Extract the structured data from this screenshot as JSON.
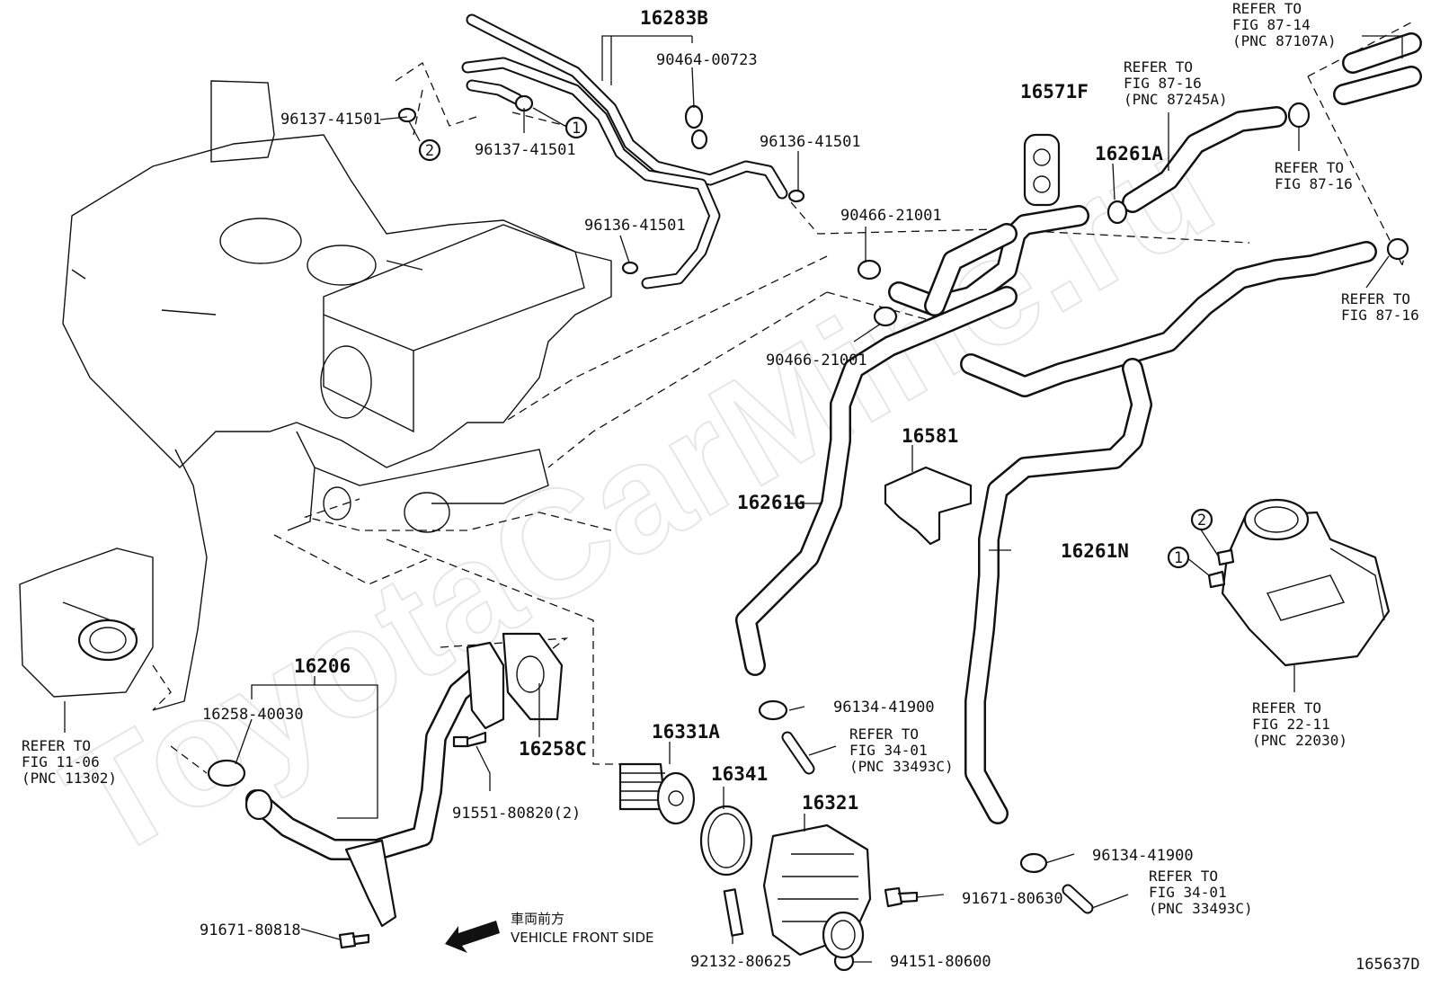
{
  "watermark": "ToyotaCarMine.ru",
  "diagram_code": "165637D",
  "front_side": {
    "jp": "車両前方",
    "en": "VEHICLE FRONT SIDE"
  },
  "circle_labels": [
    "1",
    "2"
  ],
  "labels": {
    "p16283B": "16283B",
    "p90464_00723": "90464-00723",
    "p96137_41501_a": "96137-41501",
    "p96137_41501_b": "96137-41501",
    "p96136_41501_a": "96136-41501",
    "p96136_41501_b": "96136-41501",
    "p16571F": "16571F",
    "p16261A": "16261A",
    "p90466_21001_a": "90466-21001",
    "p90466_21001_b": "90466-21001",
    "p16581": "16581",
    "p16261G": "16261G",
    "p16261N": "16261N",
    "p16206": "16206",
    "p16258_40030": "16258-40030",
    "p16258C": "16258C",
    "p91551_80820": "91551-80820(2)",
    "p16331A": "16331A",
    "p16341": "16341",
    "p16321": "16321",
    "p96134_41900_a": "96134-41900",
    "p96134_41900_b": "96134-41900",
    "p91671_80630": "91671-80630",
    "p94151_80600": "94151-80600",
    "p92132_80625": "92132-80625",
    "p91671_80818": "91671-80818"
  },
  "refs": {
    "r87_14": [
      "REFER TO",
      "FIG 87-14",
      "(PNC 87107A)"
    ],
    "r87_16_a": [
      "REFER TO",
      "FIG 87-16",
      "(PNC 87245A)"
    ],
    "r87_16_b": [
      "REFER TO",
      "FIG 87-16"
    ],
    "r87_16_c": [
      "REFER TO",
      "FIG 87-16"
    ],
    "r11_06": [
      "REFER TO",
      "FIG 11-06",
      "(PNC 11302)"
    ],
    "r34_01_a": [
      "REFER TO",
      "FIG 34-01",
      "(PNC 33493C)"
    ],
    "r34_01_b": [
      "REFER TO",
      "FIG 34-01",
      "(PNC 33493C)"
    ],
    "r22_11": [
      "REFER TO",
      "FIG 22-11",
      "(PNC 22030)"
    ]
  }
}
